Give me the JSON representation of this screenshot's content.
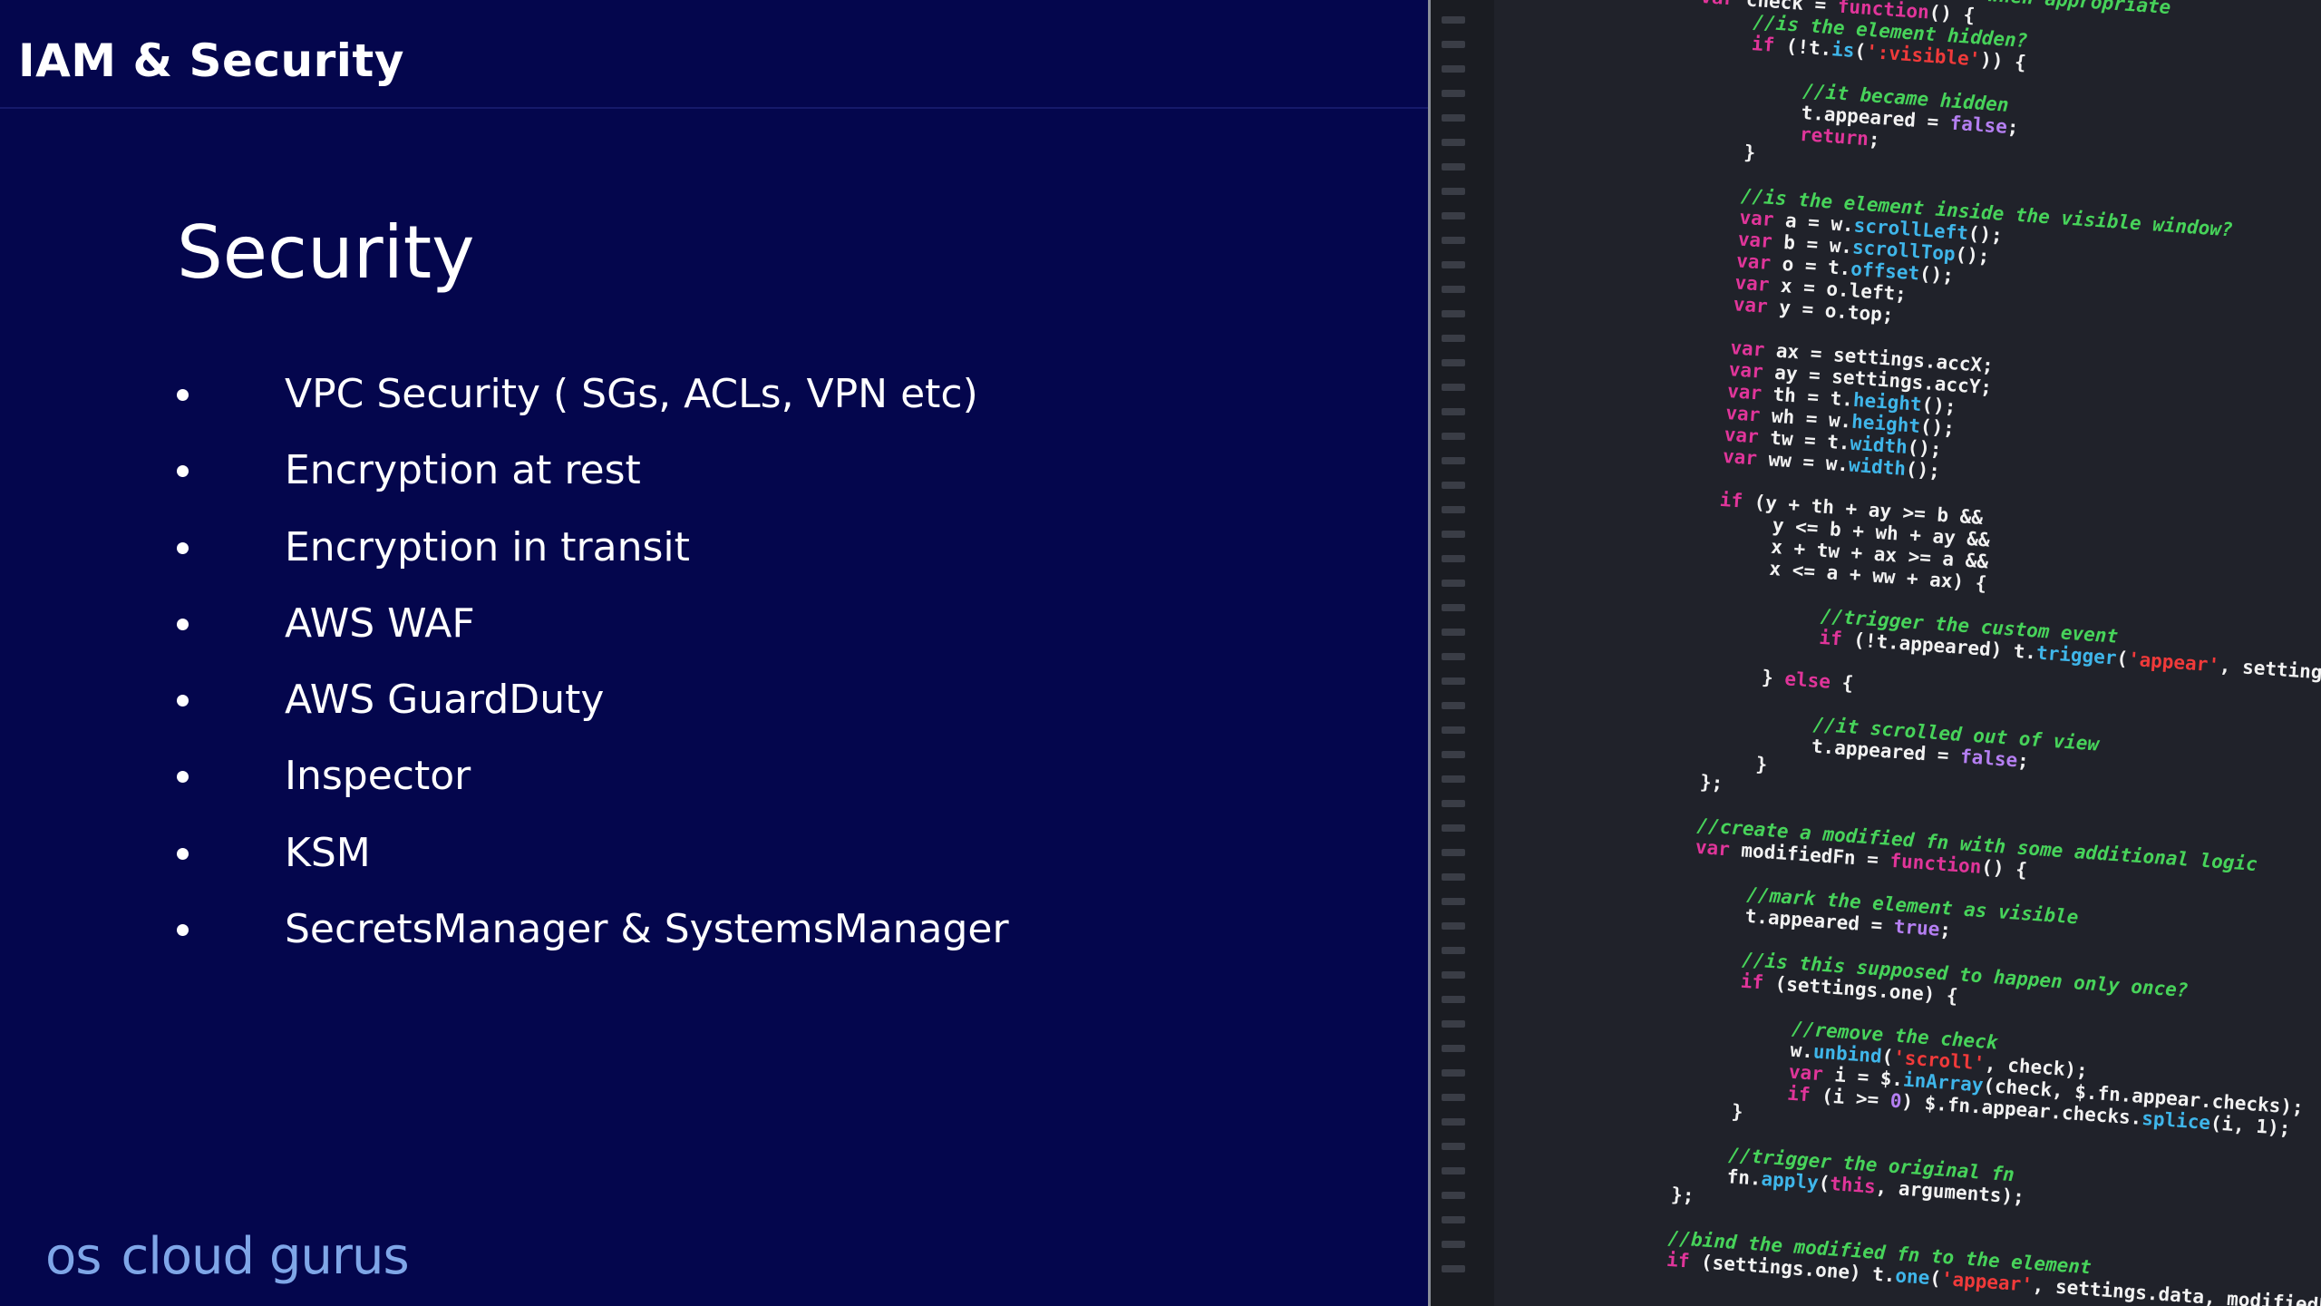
{
  "header": {
    "title": "IAM & Security"
  },
  "main": {
    "section_title": "Security",
    "bullets": [
      "VPC Security ( SGs, ACLs, VPN etc)",
      "Encryption at rest",
      "Encryption in transit",
      "AWS WAF",
      "AWS GuardDuty",
      "Inspector",
      "KSM",
      "SecretsManager & SystemsManager"
    ]
  },
  "footer": {
    "logo_mark": "os",
    "logo_text": "cloud gurus"
  },
  "code_image": {
    "icon": "code-screenshot-image",
    "colors": {
      "background": "#20222a",
      "keyword": "#e0359a",
      "function": "#3fb6ea",
      "comment": "#47d35a",
      "string": "#f03a3a",
      "literal": "#b57ff2",
      "text": "#f2f2f2"
    },
    "lines": [
      {
        "indent": 0,
        "tokens": [
          {
            "t": "com",
            "v": "//fires the appear event when appropriate"
          }
        ]
      },
      {
        "indent": 0,
        "tokens": [
          {
            "t": "kw",
            "v": "var "
          },
          {
            "t": "txt",
            "v": "check = "
          },
          {
            "t": "kw",
            "v": "function"
          },
          {
            "t": "txt",
            "v": "() {"
          }
        ]
      },
      {
        "indent": 1,
        "tokens": [
          {
            "t": "com",
            "v": "//is the element hidden?"
          }
        ]
      },
      {
        "indent": 1,
        "tokens": [
          {
            "t": "kw",
            "v": "if "
          },
          {
            "t": "txt",
            "v": "(!t."
          },
          {
            "t": "fn",
            "v": "is"
          },
          {
            "t": "txt",
            "v": "("
          },
          {
            "t": "str",
            "v": "':visible'"
          },
          {
            "t": "txt",
            "v": ")) {"
          }
        ]
      },
      {
        "indent": 0,
        "tokens": []
      },
      {
        "indent": 2,
        "tokens": [
          {
            "t": "com",
            "v": "//it became hidden"
          }
        ]
      },
      {
        "indent": 2,
        "tokens": [
          {
            "t": "txt",
            "v": "t.appeared = "
          },
          {
            "t": "lit",
            "v": "false"
          },
          {
            "t": "txt",
            "v": ";"
          }
        ]
      },
      {
        "indent": 2,
        "tokens": [
          {
            "t": "kw",
            "v": "return"
          },
          {
            "t": "txt",
            "v": ";"
          }
        ]
      },
      {
        "indent": 1,
        "tokens": [
          {
            "t": "txt",
            "v": "}"
          }
        ]
      },
      {
        "indent": 0,
        "tokens": []
      },
      {
        "indent": 1,
        "tokens": [
          {
            "t": "com",
            "v": "//is the element inside the visible window?"
          }
        ]
      },
      {
        "indent": 1,
        "tokens": [
          {
            "t": "kw",
            "v": "var "
          },
          {
            "t": "txt",
            "v": "a = w."
          },
          {
            "t": "fn",
            "v": "scrollLeft"
          },
          {
            "t": "txt",
            "v": "();"
          }
        ]
      },
      {
        "indent": 1,
        "tokens": [
          {
            "t": "kw",
            "v": "var "
          },
          {
            "t": "txt",
            "v": "b = w."
          },
          {
            "t": "fn",
            "v": "scrollTop"
          },
          {
            "t": "txt",
            "v": "();"
          }
        ]
      },
      {
        "indent": 1,
        "tokens": [
          {
            "t": "kw",
            "v": "var "
          },
          {
            "t": "txt",
            "v": "o = t."
          },
          {
            "t": "fn",
            "v": "offset"
          },
          {
            "t": "txt",
            "v": "();"
          }
        ]
      },
      {
        "indent": 1,
        "tokens": [
          {
            "t": "kw",
            "v": "var "
          },
          {
            "t": "txt",
            "v": "x = o.left;"
          }
        ]
      },
      {
        "indent": 1,
        "tokens": [
          {
            "t": "kw",
            "v": "var "
          },
          {
            "t": "txt",
            "v": "y = o.top;"
          }
        ]
      },
      {
        "indent": 0,
        "tokens": []
      },
      {
        "indent": 1,
        "tokens": [
          {
            "t": "kw",
            "v": "var "
          },
          {
            "t": "txt",
            "v": "ax = settings.accX;"
          }
        ]
      },
      {
        "indent": 1,
        "tokens": [
          {
            "t": "kw",
            "v": "var "
          },
          {
            "t": "txt",
            "v": "ay = settings.accY;"
          }
        ]
      },
      {
        "indent": 1,
        "tokens": [
          {
            "t": "kw",
            "v": "var "
          },
          {
            "t": "txt",
            "v": "th = t."
          },
          {
            "t": "fn",
            "v": "height"
          },
          {
            "t": "txt",
            "v": "();"
          }
        ]
      },
      {
        "indent": 1,
        "tokens": [
          {
            "t": "kw",
            "v": "var "
          },
          {
            "t": "txt",
            "v": "wh = w."
          },
          {
            "t": "fn",
            "v": "height"
          },
          {
            "t": "txt",
            "v": "();"
          }
        ]
      },
      {
        "indent": 1,
        "tokens": [
          {
            "t": "kw",
            "v": "var "
          },
          {
            "t": "txt",
            "v": "tw = t."
          },
          {
            "t": "fn",
            "v": "width"
          },
          {
            "t": "txt",
            "v": "();"
          }
        ]
      },
      {
        "indent": 1,
        "tokens": [
          {
            "t": "kw",
            "v": "var "
          },
          {
            "t": "txt",
            "v": "ww = w."
          },
          {
            "t": "fn",
            "v": "width"
          },
          {
            "t": "txt",
            "v": "();"
          }
        ]
      },
      {
        "indent": 0,
        "tokens": []
      },
      {
        "indent": 1,
        "tokens": [
          {
            "t": "kw",
            "v": "if "
          },
          {
            "t": "txt",
            "v": "(y + th + ay >= b &&"
          }
        ]
      },
      {
        "indent": 2,
        "tokens": [
          {
            "t": "txt",
            "v": "y <= b + wh + ay &&"
          }
        ]
      },
      {
        "indent": 2,
        "tokens": [
          {
            "t": "txt",
            "v": "x + tw + ax >= a &&"
          }
        ]
      },
      {
        "indent": 2,
        "tokens": [
          {
            "t": "txt",
            "v": "x <= a + ww + ax) {"
          }
        ]
      },
      {
        "indent": 0,
        "tokens": []
      },
      {
        "indent": 3,
        "tokens": [
          {
            "t": "com",
            "v": "//trigger the custom event"
          }
        ]
      },
      {
        "indent": 3,
        "tokens": [
          {
            "t": "kw",
            "v": "if "
          },
          {
            "t": "txt",
            "v": "(!t.appeared) t."
          },
          {
            "t": "fn",
            "v": "trigger"
          },
          {
            "t": "txt",
            "v": "("
          },
          {
            "t": "str",
            "v": "'appear'"
          },
          {
            "t": "txt",
            "v": ", settings.data);"
          }
        ]
      },
      {
        "indent": 0,
        "tokens": []
      },
      {
        "indent": 2,
        "tokens": [
          {
            "t": "txt",
            "v": "} "
          },
          {
            "t": "kw",
            "v": "else"
          },
          {
            "t": "txt",
            "v": " {"
          }
        ]
      },
      {
        "indent": 0,
        "tokens": []
      },
      {
        "indent": 3,
        "tokens": [
          {
            "t": "com",
            "v": "//it scrolled out of view"
          }
        ]
      },
      {
        "indent": 3,
        "tokens": [
          {
            "t": "txt",
            "v": "t.appeared = "
          },
          {
            "t": "lit",
            "v": "false"
          },
          {
            "t": "txt",
            "v": ";"
          }
        ]
      },
      {
        "indent": 2,
        "tokens": [
          {
            "t": "txt",
            "v": "}"
          }
        ]
      },
      {
        "indent": 1,
        "tokens": [
          {
            "t": "txt",
            "v": "};"
          }
        ]
      },
      {
        "indent": 0,
        "tokens": []
      },
      {
        "indent": 1,
        "tokens": [
          {
            "t": "com",
            "v": "//create a modified fn with some additional logic"
          }
        ]
      },
      {
        "indent": 1,
        "tokens": [
          {
            "t": "kw",
            "v": "var "
          },
          {
            "t": "txt",
            "v": "modifiedFn = "
          },
          {
            "t": "kw",
            "v": "function"
          },
          {
            "t": "txt",
            "v": "() {"
          }
        ]
      },
      {
        "indent": 0,
        "tokens": []
      },
      {
        "indent": 2,
        "tokens": [
          {
            "t": "com",
            "v": "//mark the element as visible"
          }
        ]
      },
      {
        "indent": 2,
        "tokens": [
          {
            "t": "txt",
            "v": "t.appeared = "
          },
          {
            "t": "lit",
            "v": "true"
          },
          {
            "t": "txt",
            "v": ";"
          }
        ]
      },
      {
        "indent": 0,
        "tokens": []
      },
      {
        "indent": 2,
        "tokens": [
          {
            "t": "com",
            "v": "//is this supposed to happen only once?"
          }
        ]
      },
      {
        "indent": 2,
        "tokens": [
          {
            "t": "kw",
            "v": "if "
          },
          {
            "t": "txt",
            "v": "(settings.one) {"
          }
        ]
      },
      {
        "indent": 0,
        "tokens": []
      },
      {
        "indent": 3,
        "tokens": [
          {
            "t": "com",
            "v": "//remove the check"
          }
        ]
      },
      {
        "indent": 3,
        "tokens": [
          {
            "t": "txt",
            "v": "w."
          },
          {
            "t": "fn",
            "v": "unbind"
          },
          {
            "t": "txt",
            "v": "("
          },
          {
            "t": "str",
            "v": "'scroll'"
          },
          {
            "t": "txt",
            "v": ", check);"
          }
        ]
      },
      {
        "indent": 3,
        "tokens": [
          {
            "t": "kw",
            "v": "var "
          },
          {
            "t": "txt",
            "v": "i = $."
          },
          {
            "t": "fn",
            "v": "inArray"
          },
          {
            "t": "txt",
            "v": "(check, $.fn.appear.checks);"
          }
        ]
      },
      {
        "indent": 3,
        "tokens": [
          {
            "t": "kw",
            "v": "if "
          },
          {
            "t": "txt",
            "v": "(i >= "
          },
          {
            "t": "lit",
            "v": "0"
          },
          {
            "t": "txt",
            "v": ") $.fn.appear.checks."
          },
          {
            "t": "fn",
            "v": "splice"
          },
          {
            "t": "txt",
            "v": "(i, 1);"
          }
        ]
      },
      {
        "indent": 2,
        "tokens": [
          {
            "t": "txt",
            "v": "}"
          }
        ]
      },
      {
        "indent": 0,
        "tokens": []
      },
      {
        "indent": 2,
        "tokens": [
          {
            "t": "com",
            "v": "//trigger the original fn"
          }
        ]
      },
      {
        "indent": 2,
        "tokens": [
          {
            "t": "txt",
            "v": "fn."
          },
          {
            "t": "fn",
            "v": "apply"
          },
          {
            "t": "txt",
            "v": "("
          },
          {
            "t": "kw",
            "v": "this"
          },
          {
            "t": "txt",
            "v": ", arguments);"
          }
        ]
      },
      {
        "indent": 1,
        "tokens": [
          {
            "t": "txt",
            "v": "};"
          }
        ]
      },
      {
        "indent": 0,
        "tokens": []
      },
      {
        "indent": 1,
        "tokens": [
          {
            "t": "com",
            "v": "//bind the modified fn to the element"
          }
        ]
      },
      {
        "indent": 1,
        "tokens": [
          {
            "t": "kw",
            "v": "if "
          },
          {
            "t": "txt",
            "v": "(settings.one) t."
          },
          {
            "t": "fn",
            "v": "one"
          },
          {
            "t": "txt",
            "v": "("
          },
          {
            "t": "str",
            "v": "'appear'"
          },
          {
            "t": "txt",
            "v": ", settings.data, modifiedFn);"
          }
        ]
      }
    ]
  }
}
